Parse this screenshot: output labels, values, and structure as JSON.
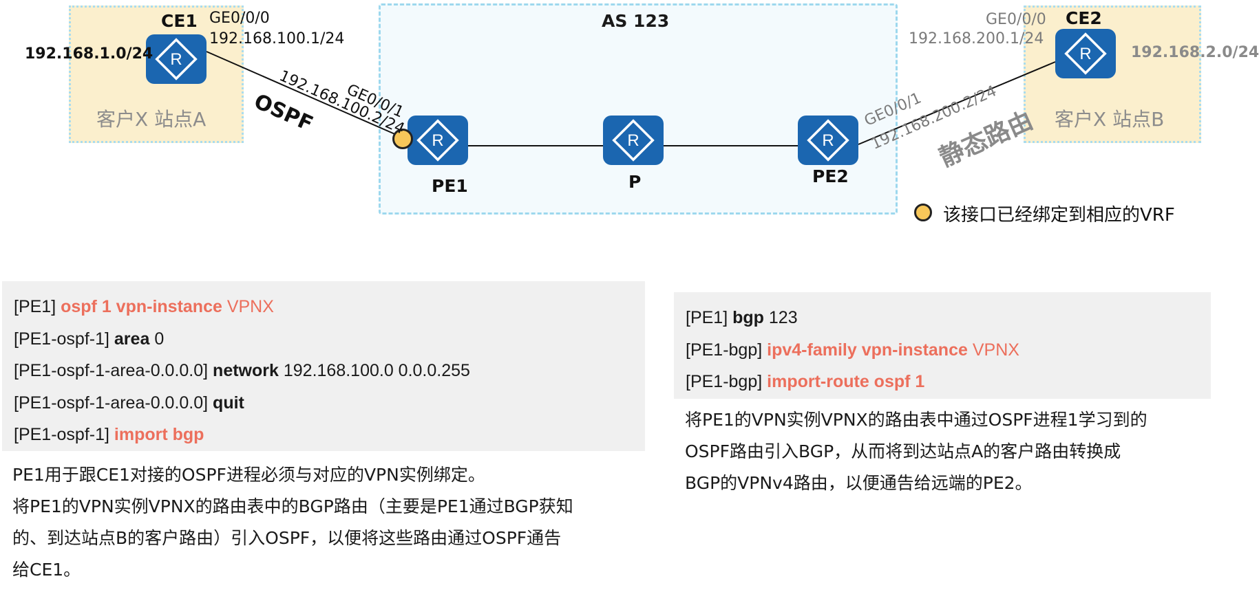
{
  "diagram": {
    "as_label": "AS 123",
    "ce1": {
      "name": "CE1",
      "iface": "GE0/0/0",
      "ip": "192.168.100.1/24",
      "network": "192.168.1.0/24",
      "site": "客户X 站点A"
    },
    "ce2": {
      "name": "CE2",
      "iface": "GE0/0/0",
      "ip": "192.168.200.1/24",
      "network": "192.168.2.0/24",
      "site": "客户X 站点B"
    },
    "pe1": {
      "name": "PE1",
      "iface": "GE0/0/1",
      "ip": "192.168.100.2/24"
    },
    "p": {
      "name": "P"
    },
    "pe2": {
      "name": "PE2",
      "iface": "GE0/0/1",
      "ip": "192.168.200.2/24"
    },
    "left_protocol": "OSPF",
    "right_protocol": "静态路由",
    "legend": "该接口已经绑定到相应的VRF",
    "colors": {
      "router": "#1b66b0",
      "site_bg": "#fbefcd",
      "as_border": "#9dd8ee",
      "vrf_dot": "#f7c75a",
      "highlight": "#ec6f5c"
    },
    "icons": {
      "router": "router-icon"
    }
  },
  "left_config": {
    "lines": [
      {
        "prompt": "[PE1]",
        "cmd": "ospf 1 vpn-instance",
        "arg": "VPNX"
      },
      {
        "prompt": "[PE1-ospf-1]",
        "cmd": "area",
        "arg": "0"
      },
      {
        "prompt": "[PE1-ospf-1-area-0.0.0.0]",
        "cmd": "network",
        "arg": "192.168.100.0 0.0.0.255"
      },
      {
        "prompt": "[PE1-ospf-1-area-0.0.0.0]",
        "cmd": "quit",
        "arg": ""
      },
      {
        "prompt": "[PE1-ospf-1]",
        "cmd": "import bgp",
        "arg": ""
      }
    ],
    "description": [
      "PE1用于跟CE1对接的OSPF进程必须与对应的VPN实例绑定。",
      "将PE1的VPN实例VPNX的路由表中的BGP路由（主要是PE1通过BGP获知",
      "的、到达站点B的客户路由）引入OSPF，以便将这些路由通过OSPF通告",
      "给CE1。"
    ]
  },
  "right_config": {
    "lines": [
      {
        "prompt": "[PE1]",
        "cmd": "bgp",
        "arg": "123"
      },
      {
        "prompt": "[PE1-bgp]",
        "cmd": "ipv4-family vpn-instance",
        "arg": "VPNX"
      },
      {
        "prompt": "[PE1-bgp]",
        "cmd": "import-route ospf 1",
        "arg": ""
      }
    ],
    "description": [
      "将PE1的VPN实例VPNX的路由表中通过OSPF进程1学习到的",
      "OSPF路由引入BGP，从而将到达站点A的客户路由转换成",
      "BGP的VPNv4路由，以便通告给远端的PE2。"
    ]
  }
}
